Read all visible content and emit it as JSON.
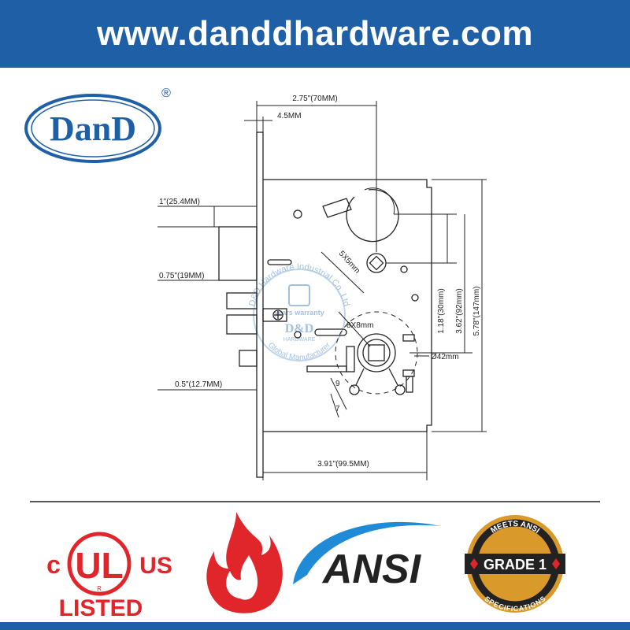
{
  "header": {
    "url": "www.danddhardware.com"
  },
  "brand": {
    "name": "DanD",
    "registered": "®"
  },
  "dimensions": {
    "width_overall": "2.75\"(70MM)",
    "faceplate": "4.5MM",
    "latch_height": "1\"(25.4MM)",
    "latch_offset": "0.75\"(19MM)",
    "deadlatch_offset": "0.5\"(12.7MM)",
    "spindle_hub_square": "5X5mm",
    "lever_hub_square": "8X8mm",
    "cylinder_dia": "Ø42mm",
    "dim_30": "1.18\"(30mm)",
    "dim_92": "3.62\"(92mm)",
    "dim_147": "5.78\"(147mm)",
    "backset": "3.91\"(99.5MM)",
    "small_9": "9",
    "small_7": "7"
  },
  "watermark": {
    "arc_top": "D&D Hardware Industrial Co.,Ltd",
    "arc_bottom": "Global Manufacturer",
    "years": "years warranty",
    "logo": "D&D",
    "logo_sub": "HARDWARE"
  },
  "certifications": {
    "ul_c": "c",
    "ul_mark": "UL",
    "ul_us": "US",
    "ul_listed": "LISTED",
    "ul_registered": "R",
    "ansi": "ANSI",
    "grade_top": "MEETS ANSI",
    "grade_label": "GRADE 1",
    "grade_bottom": "SPECIFICATIONS"
  },
  "colors": {
    "brand_blue": "#1f5fa6",
    "ul_red": "#e0262a",
    "flame_red": "#e0262a",
    "gold": "#d99a2b"
  }
}
